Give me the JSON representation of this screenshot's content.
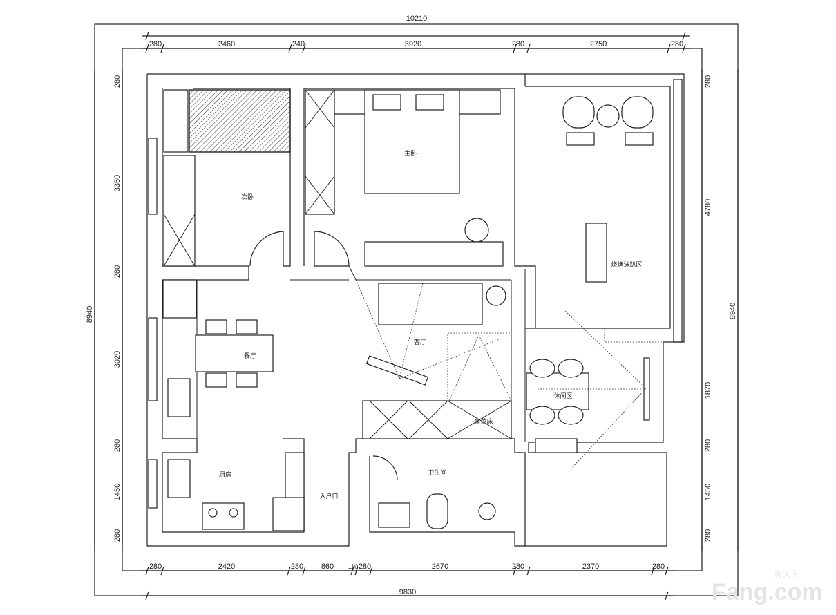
{
  "plan": {
    "dimensions": {
      "top_total": "10210",
      "top": [
        "280",
        "2460",
        "240",
        "3920",
        "280",
        "2750",
        "280"
      ],
      "bottom": [
        "280",
        "2420",
        "280",
        "860",
        "110",
        "280",
        "2670",
        "280",
        "2370",
        "280"
      ],
      "bottom_total": "9830",
      "left": [
        "280",
        "3350",
        "280",
        "3020",
        "280",
        "1450",
        "280"
      ],
      "left_total": "8940",
      "right": [
        "280",
        "4780",
        "1870",
        "280",
        "1450",
        "280"
      ],
      "right_total": "8940"
    },
    "rooms": {
      "second_bedroom": "次卧",
      "master_bedroom": "主卧",
      "bbq_pool_area": "烧烤泳趴区",
      "dining": "餐厅",
      "living": "客厅",
      "box_bed": "盒菜床",
      "leisure": "休闲区",
      "kitchen": "厨房",
      "entrance": "入户口",
      "bathroom": "卫生间"
    },
    "watermark": {
      "brand_cn": "房天下",
      "brand_en": "Fang.com"
    }
  }
}
